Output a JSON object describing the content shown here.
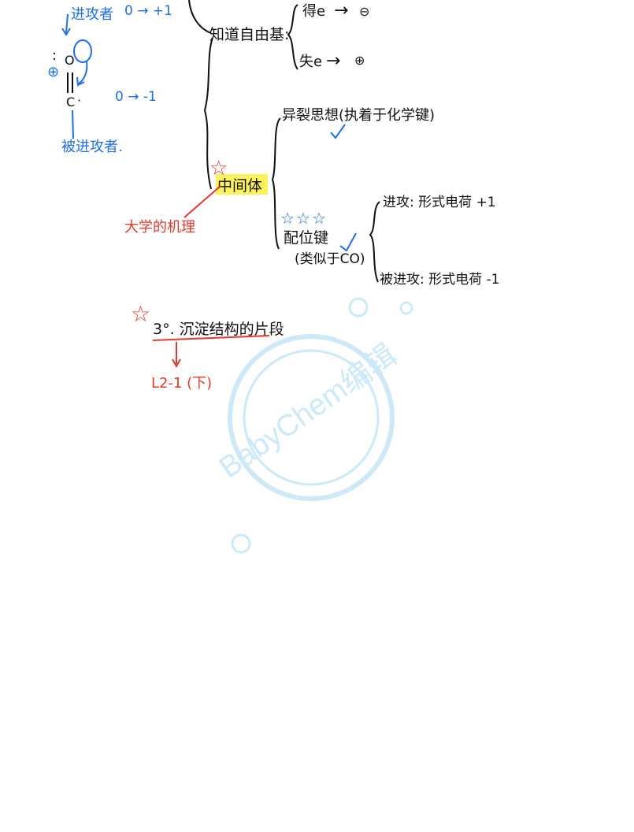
{
  "colors": {
    "ink": "#111111",
    "blue": "#1f6fe0",
    "red": "#e03a2e",
    "highlight": "#fff25a",
    "watermark": "#cde9f7"
  },
  "left_sketch": {
    "attacker_label": "进攻者",
    "attacker_change": "0 → +1",
    "oxygen": "O",
    "lone_pair": ":",
    "plus_charge": "⊕",
    "carbon": "C",
    "carbon_dot": "·",
    "attacked_change": "0 → -1",
    "attacked_label": "被进攻者."
  },
  "tree": {
    "free_radical": "知道自由基:",
    "gain_e": "得e",
    "lose_e": "失e",
    "arrow": "→",
    "minus_circle": "⊖",
    "plus_circle": "⊕",
    "intermediate": "中间体",
    "mechanism_label": "大学的机理",
    "heterolysis": "异裂思想(执着于化学键)",
    "coordinate_bond": "配位键",
    "coordinate_note": "(类似于CO)",
    "attacker_branch": "进攻: 形式电荷 +1",
    "attacked_branch": "被进攻: 形式电荷 -1",
    "check": "✓",
    "star": "☆"
  },
  "section3": {
    "title": "3°. 沉淀结构的片段",
    "ref": "L2-1 (下)"
  },
  "watermark": {
    "text": "BabyChem编辑"
  }
}
